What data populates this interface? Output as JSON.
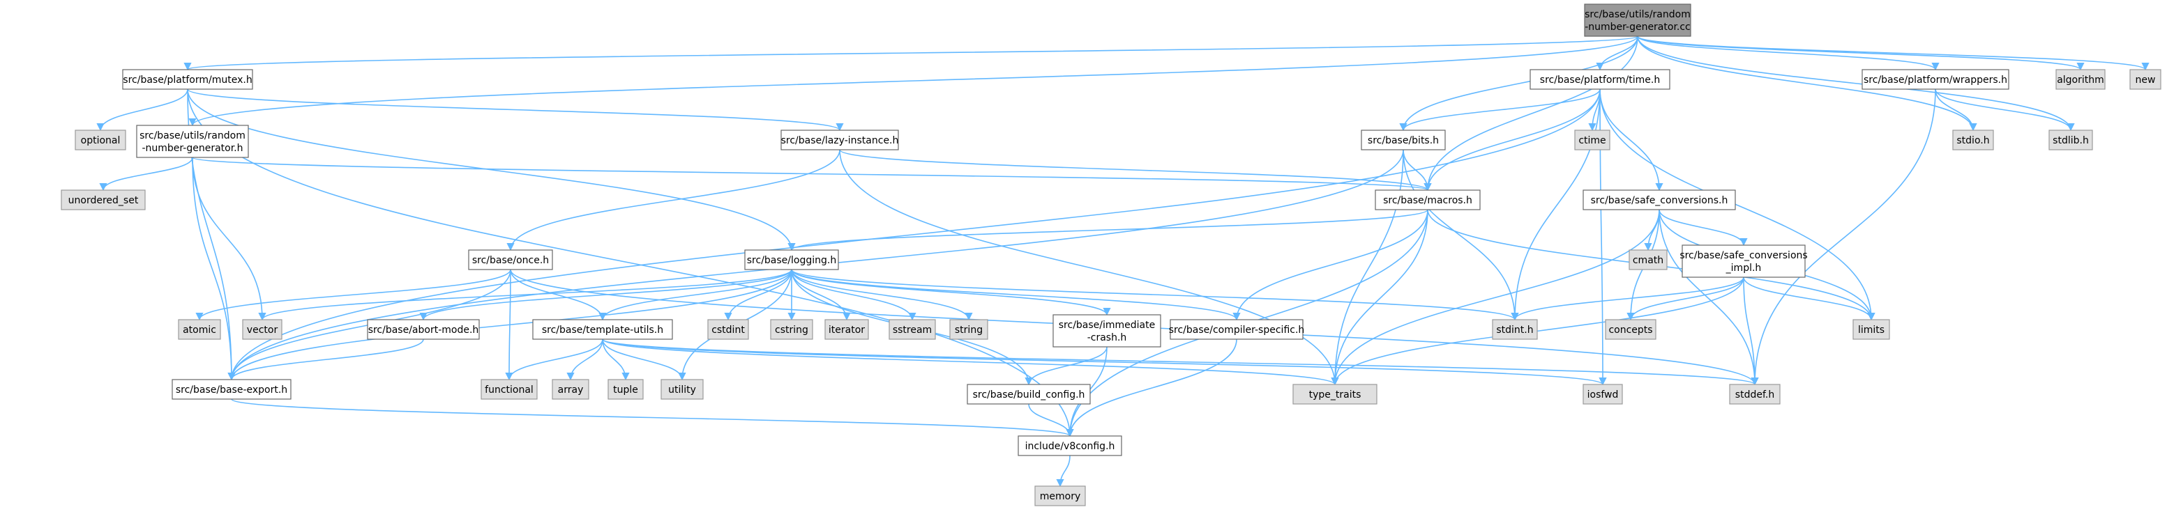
{
  "colors": {
    "edge": "#63b8ff",
    "root_fill": "#999999",
    "root_stroke": "#666666",
    "internal_fill": "#ffffff",
    "internal_stroke": "#666666",
    "system_fill": "#e0e0e0",
    "system_stroke": "#999999"
  },
  "nodes": [
    {
      "id": "root",
      "lines": [
        "src/base/utils/random",
        "-number-generator.cc"
      ],
      "kind": "root"
    },
    {
      "id": "mutex",
      "lines": [
        "src/base/platform/mutex.h"
      ],
      "kind": "internal"
    },
    {
      "id": "time",
      "lines": [
        "src/base/platform/time.h"
      ],
      "kind": "internal"
    },
    {
      "id": "wrappers",
      "lines": [
        "src/base/platform/wrappers.h"
      ],
      "kind": "internal"
    },
    {
      "id": "algorithm",
      "lines": [
        "algorithm"
      ],
      "kind": "system"
    },
    {
      "id": "new",
      "lines": [
        "new"
      ],
      "kind": "system"
    },
    {
      "id": "optional",
      "lines": [
        "optional"
      ],
      "kind": "system"
    },
    {
      "id": "rng_h",
      "lines": [
        "src/base/utils/random",
        "-number-generator.h"
      ],
      "kind": "internal"
    },
    {
      "id": "lazy",
      "lines": [
        "src/base/lazy-instance.h"
      ],
      "kind": "internal"
    },
    {
      "id": "bits",
      "lines": [
        "src/base/bits.h"
      ],
      "kind": "internal"
    },
    {
      "id": "ctime",
      "lines": [
        "ctime"
      ],
      "kind": "system"
    },
    {
      "id": "stdio",
      "lines": [
        "stdio.h"
      ],
      "kind": "system"
    },
    {
      "id": "stdlib",
      "lines": [
        "stdlib.h"
      ],
      "kind": "system"
    },
    {
      "id": "unordered_set",
      "lines": [
        "unordered_set"
      ],
      "kind": "system"
    },
    {
      "id": "macros",
      "lines": [
        "src/base/macros.h"
      ],
      "kind": "internal"
    },
    {
      "id": "safe_conv",
      "lines": [
        "src/base/safe_conversions.h"
      ],
      "kind": "internal"
    },
    {
      "id": "once",
      "lines": [
        "src/base/once.h"
      ],
      "kind": "internal"
    },
    {
      "id": "logging",
      "lines": [
        "src/base/logging.h"
      ],
      "kind": "internal"
    },
    {
      "id": "cmath",
      "lines": [
        "cmath"
      ],
      "kind": "system"
    },
    {
      "id": "safe_impl",
      "lines": [
        "src/base/safe_conversions",
        "_impl.h"
      ],
      "kind": "internal"
    },
    {
      "id": "atomic",
      "lines": [
        "atomic"
      ],
      "kind": "system"
    },
    {
      "id": "vector",
      "lines": [
        "vector"
      ],
      "kind": "system"
    },
    {
      "id": "abort",
      "lines": [
        "src/base/abort-mode.h"
      ],
      "kind": "internal"
    },
    {
      "id": "template",
      "lines": [
        "src/base/template-utils.h"
      ],
      "kind": "internal"
    },
    {
      "id": "cstdint",
      "lines": [
        "cstdint"
      ],
      "kind": "system"
    },
    {
      "id": "cstring",
      "lines": [
        "cstring"
      ],
      "kind": "system"
    },
    {
      "id": "iterator",
      "lines": [
        "iterator"
      ],
      "kind": "system"
    },
    {
      "id": "sstream",
      "lines": [
        "sstream"
      ],
      "kind": "system"
    },
    {
      "id": "string",
      "lines": [
        "string"
      ],
      "kind": "system"
    },
    {
      "id": "immediate",
      "lines": [
        "src/base/immediate",
        "-crash.h"
      ],
      "kind": "internal"
    },
    {
      "id": "compiler",
      "lines": [
        "src/base/compiler-specific.h"
      ],
      "kind": "internal"
    },
    {
      "id": "stdint",
      "lines": [
        "stdint.h"
      ],
      "kind": "system"
    },
    {
      "id": "concepts",
      "lines": [
        "concepts"
      ],
      "kind": "system"
    },
    {
      "id": "limits",
      "lines": [
        "limits"
      ],
      "kind": "system"
    },
    {
      "id": "functional",
      "lines": [
        "functional"
      ],
      "kind": "system"
    },
    {
      "id": "array",
      "lines": [
        "array"
      ],
      "kind": "system"
    },
    {
      "id": "tuple",
      "lines": [
        "tuple"
      ],
      "kind": "system"
    },
    {
      "id": "utility",
      "lines": [
        "utility"
      ],
      "kind": "system"
    },
    {
      "id": "export",
      "lines": [
        "src/base/base-export.h"
      ],
      "kind": "internal"
    },
    {
      "id": "build_config",
      "lines": [
        "src/base/build_config.h"
      ],
      "kind": "internal"
    },
    {
      "id": "type_traits",
      "lines": [
        "type_traits"
      ],
      "kind": "system"
    },
    {
      "id": "iosfwd",
      "lines": [
        "iosfwd"
      ],
      "kind": "system"
    },
    {
      "id": "stddef",
      "lines": [
        "stddef.h"
      ],
      "kind": "system"
    },
    {
      "id": "v8config",
      "lines": [
        "include/v8config.h"
      ],
      "kind": "internal"
    },
    {
      "id": "memory",
      "lines": [
        "memory"
      ],
      "kind": "system"
    }
  ],
  "edges": [
    [
      "root",
      "mutex"
    ],
    [
      "root",
      "time"
    ],
    [
      "root",
      "wrappers"
    ],
    [
      "root",
      "algorithm"
    ],
    [
      "root",
      "new"
    ],
    [
      "root",
      "rng_h"
    ],
    [
      "root",
      "bits"
    ],
    [
      "root",
      "macros"
    ],
    [
      "root",
      "stdio"
    ],
    [
      "root",
      "stdlib"
    ],
    [
      "mutex",
      "optional"
    ],
    [
      "mutex",
      "lazy"
    ],
    [
      "mutex",
      "export"
    ],
    [
      "mutex",
      "v8config"
    ],
    [
      "mutex",
      "logging"
    ],
    [
      "rng_h",
      "unordered_set"
    ],
    [
      "rng_h",
      "vector"
    ],
    [
      "rng_h",
      "export"
    ],
    [
      "rng_h",
      "macros"
    ],
    [
      "lazy",
      "once"
    ],
    [
      "lazy",
      "macros"
    ],
    [
      "lazy",
      "type_traits"
    ],
    [
      "time",
      "ctime"
    ],
    [
      "time",
      "bits"
    ],
    [
      "time",
      "macros"
    ],
    [
      "time",
      "safe_conv"
    ],
    [
      "time",
      "limits"
    ],
    [
      "time",
      "stdint"
    ],
    [
      "time",
      "export"
    ],
    [
      "time",
      "iosfwd"
    ],
    [
      "wrappers",
      "stdio"
    ],
    [
      "wrappers",
      "stdlib"
    ],
    [
      "wrappers",
      "stddef"
    ],
    [
      "bits",
      "macros"
    ],
    [
      "bits",
      "stdint"
    ],
    [
      "bits",
      "type_traits"
    ],
    [
      "bits",
      "export"
    ],
    [
      "macros",
      "logging"
    ],
    [
      "macros",
      "compiler"
    ],
    [
      "macros",
      "type_traits"
    ],
    [
      "macros",
      "limits"
    ],
    [
      "macros",
      "v8config"
    ],
    [
      "safe_conv",
      "cmath"
    ],
    [
      "safe_conv",
      "safe_impl"
    ],
    [
      "safe_conv",
      "concepts"
    ],
    [
      "safe_conv",
      "limits"
    ],
    [
      "safe_conv",
      "type_traits"
    ],
    [
      "safe_conv",
      "stddef"
    ],
    [
      "safe_impl",
      "stdint"
    ],
    [
      "safe_impl",
      "concepts"
    ],
    [
      "safe_impl",
      "limits"
    ],
    [
      "safe_impl",
      "type_traits"
    ],
    [
      "safe_impl",
      "stddef"
    ],
    [
      "once",
      "atomic"
    ],
    [
      "once",
      "functional"
    ],
    [
      "once",
      "template"
    ],
    [
      "once",
      "export"
    ],
    [
      "once",
      "stddef"
    ],
    [
      "logging",
      "vector"
    ],
    [
      "logging",
      "abort"
    ],
    [
      "logging",
      "template"
    ],
    [
      "logging",
      "cstdint"
    ],
    [
      "logging",
      "cstring"
    ],
    [
      "logging",
      "iterator"
    ],
    [
      "logging",
      "sstream"
    ],
    [
      "logging",
      "string"
    ],
    [
      "logging",
      "immediate"
    ],
    [
      "logging",
      "compiler"
    ],
    [
      "logging",
      "build_config"
    ],
    [
      "logging",
      "stdint"
    ],
    [
      "logging",
      "export"
    ],
    [
      "logging",
      "utility"
    ],
    [
      "abort",
      "export"
    ],
    [
      "template",
      "functional"
    ],
    [
      "template",
      "array"
    ],
    [
      "template",
      "tuple"
    ],
    [
      "template",
      "utility"
    ],
    [
      "template",
      "type_traits"
    ],
    [
      "template",
      "iosfwd"
    ],
    [
      "template",
      "stddef"
    ],
    [
      "immediate",
      "build_config"
    ],
    [
      "immediate",
      "v8config"
    ],
    [
      "compiler",
      "v8config"
    ],
    [
      "build_config",
      "v8config"
    ],
    [
      "export",
      "v8config"
    ],
    [
      "v8config",
      "memory"
    ]
  ]
}
